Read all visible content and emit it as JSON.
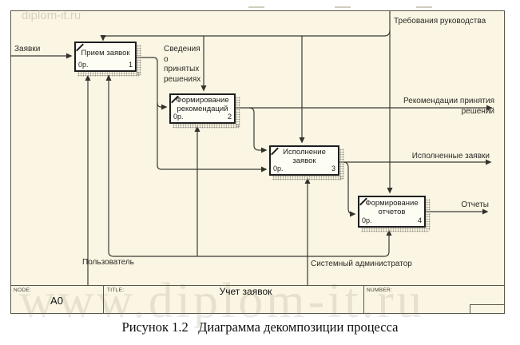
{
  "watermarks": {
    "top": "diplom-it.ru",
    "bottom": "www.diplom-it.ru"
  },
  "diagram": {
    "boxes": [
      {
        "title": "Прием заявок",
        "cost": "0р.",
        "number": "1"
      },
      {
        "title": "Формирование рекомендаций",
        "cost": "0р.",
        "number": "2"
      },
      {
        "title": "Исполнение заявок",
        "cost": "0р.",
        "number": "3"
      },
      {
        "title": "Формирование отчетов",
        "cost": "0р.",
        "number": "4"
      }
    ],
    "labels": {
      "input": "Заявки",
      "control": "Требования руководства",
      "info": "Сведения о принятых решениях",
      "recommendations": "Рекомендации принятия решений",
      "executed": "Исполненные заявки",
      "reports": "Отчеты",
      "user": "Пользователь",
      "admin": "Системный администратор"
    }
  },
  "titlebar": {
    "node_label": "NODE:",
    "node_value": "A0",
    "title_label": "TITLE:",
    "title_value": "Учет заявок",
    "number_label": "NUMBER:"
  },
  "caption": "Рисунок 1.2   Диаграмма декомпозиции процесса",
  "colors": {
    "sheet_bg": "#fbf6e3",
    "line": "#3b3a34",
    "box_border": "#1e1e1e"
  }
}
